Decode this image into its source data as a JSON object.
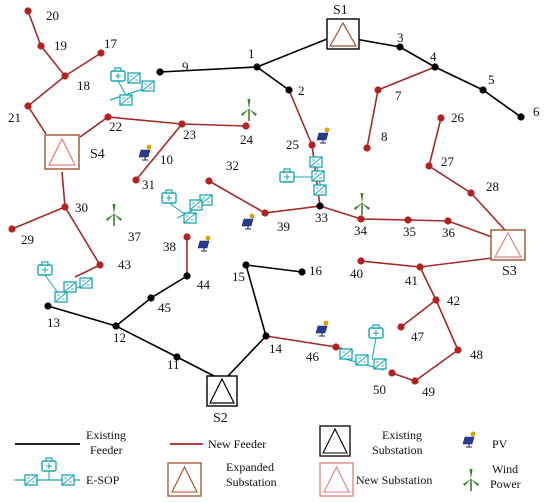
{
  "colors": {
    "existing": "#000000",
    "new": "#a52a2a",
    "node_red": "#b22222",
    "sop": "#1aa7b0",
    "pv": "#2b3b8f",
    "wind": "#3f7f2a",
    "expanded_sub": "#a0522d",
    "new_sub": "#e08080"
  },
  "substations": {
    "S1": "S1",
    "S2": "S2",
    "S3": "S3",
    "S4": "S4"
  },
  "nodes": {
    "n1": "1",
    "n2": "2",
    "n3": "3",
    "n4": "4",
    "n5": "5",
    "n6": "6",
    "n7": "7",
    "n8": "8",
    "n9": "9",
    "n10": "10",
    "n11": "11",
    "n12": "12",
    "n13": "13",
    "n14": "14",
    "n15": "15",
    "n16": "16",
    "n17": "17",
    "n18": "18",
    "n19": "19",
    "n20": "20",
    "n21": "21",
    "n22": "22",
    "n23": "23",
    "n24": "24",
    "n25": "25",
    "n26": "26",
    "n27": "27",
    "n28": "28",
    "n29": "29",
    "n30": "30",
    "n31": "31",
    "n32": "32",
    "n33": "33",
    "n34": "34",
    "n35": "35",
    "n36": "36",
    "n37": "37",
    "n38": "38",
    "n39": "39",
    "n40": "40",
    "n41": "41",
    "n42": "42",
    "n43": "43",
    "n44": "44",
    "n45": "45",
    "n46": "46",
    "n47": "47",
    "n48": "48",
    "n49": "49",
    "n50": "50"
  },
  "legend": {
    "existing_feeder_1": "Existing",
    "existing_feeder_2": "Feeder",
    "new_feeder": "New Feeder",
    "existing_substation_1": "Existing",
    "existing_substation_2": "Substation",
    "pv": "PV",
    "esop": "E-SOP",
    "expanded_substation_1": "Expanded",
    "expanded_substation_2": "Substation",
    "new_substation": "New Substation",
    "wind_power_1": "Wind",
    "wind_power_2": "Power"
  }
}
